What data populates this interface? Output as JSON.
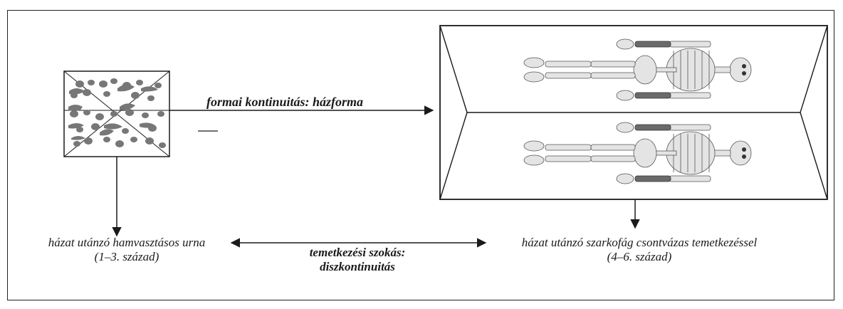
{
  "relations": {
    "formal": "formai kontinuitás: házforma",
    "burial_line1": "temetkezési szokás:",
    "burial_line2": "diszkontinuitás"
  },
  "urn": {
    "caption_line1": "házat utánzó hamvasztásos urna",
    "caption_line2": "(1–3. század)"
  },
  "sarcophagus": {
    "caption_line1": "házat utánzó szarkofág csontvázas temetkezéssel",
    "caption_line2": "(4–6. század)"
  },
  "colors": {
    "line": "#1a1a1a",
    "bone": "#e4e4e4",
    "bone_dark": "#6a6a6a",
    "shape": "#777777"
  }
}
